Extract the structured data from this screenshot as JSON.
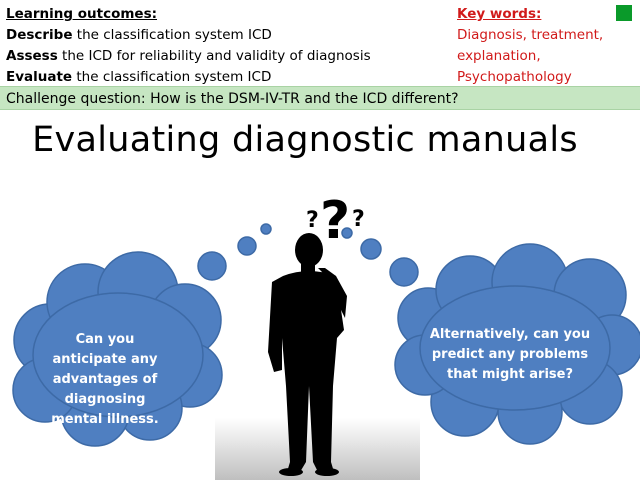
{
  "outcomes": {
    "heading": "Learning outcomes:",
    "lines": [
      {
        "verb": "Describe",
        "rest": " the classification system ICD"
      },
      {
        "verb": "Assess",
        "rest": " the ICD for reliability and validity of diagnosis"
      },
      {
        "verb": "Evaluate",
        "rest": " the classification system ICD"
      }
    ]
  },
  "keywords": {
    "heading": "Key words:",
    "lines": [
      "Diagnosis, treatment,",
      "explanation,",
      "Psychopathology"
    ]
  },
  "challenge": "Challenge question: How is the DSM-IV-TR and the ICD different?",
  "title": "Evaluating diagnostic manuals",
  "bubbles": {
    "left": "Can you anticipate any advantages of diagnosing mental illness.",
    "right": "Alternatively, can you predict any problems that might arise?"
  },
  "colors": {
    "keyword_red": "#d11a1a",
    "challenge_bg": "#c6e6c2",
    "bubble_blue": "#4f7fc1",
    "bubble_stroke": "#3d6aa6",
    "accent_green": "#0a9a2a"
  }
}
